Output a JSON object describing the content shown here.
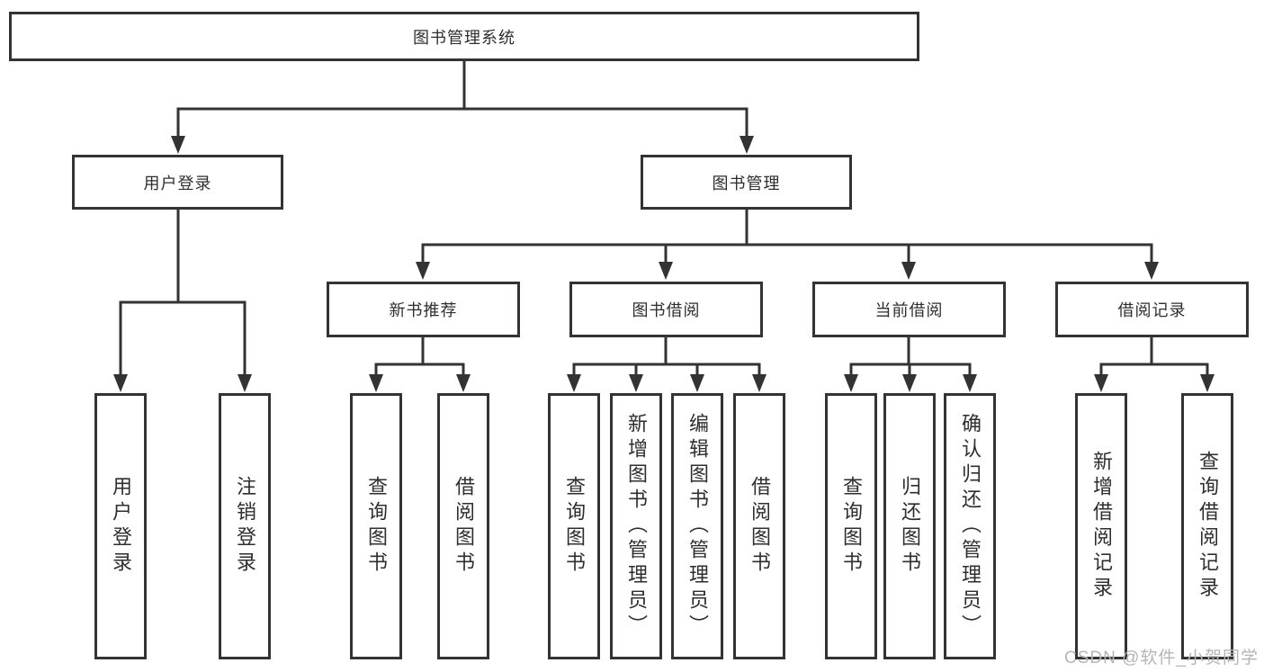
{
  "colors": {
    "line": "#333333",
    "box_border": "#333333",
    "box_fill": "#ffffff",
    "text": "#2e2e2e",
    "watermark_text": "#b5b5b5"
  },
  "tree": {
    "root": "图书管理系统",
    "branches": [
      {
        "label": "用户登录",
        "children": [
          "用户登录",
          "注销登录"
        ]
      },
      {
        "label": "图书管理",
        "groups": [
          {
            "label": "新书推荐",
            "children": [
              "查询图书",
              "借阅图书"
            ]
          },
          {
            "label": "图书借阅",
            "children": [
              "查询图书",
              "新增图书（管理员）",
              "编辑图书（管理员）",
              "借阅图书"
            ]
          },
          {
            "label": "当前借阅",
            "children": [
              "查询图书",
              "归还图书",
              "确认归还（管理员）"
            ]
          },
          {
            "label": "借阅记录",
            "children": [
              "新增借阅记录",
              "查询借阅记录"
            ]
          }
        ]
      }
    ]
  },
  "watermark": {
    "text": "CSDN @软件_小贺同学"
  }
}
